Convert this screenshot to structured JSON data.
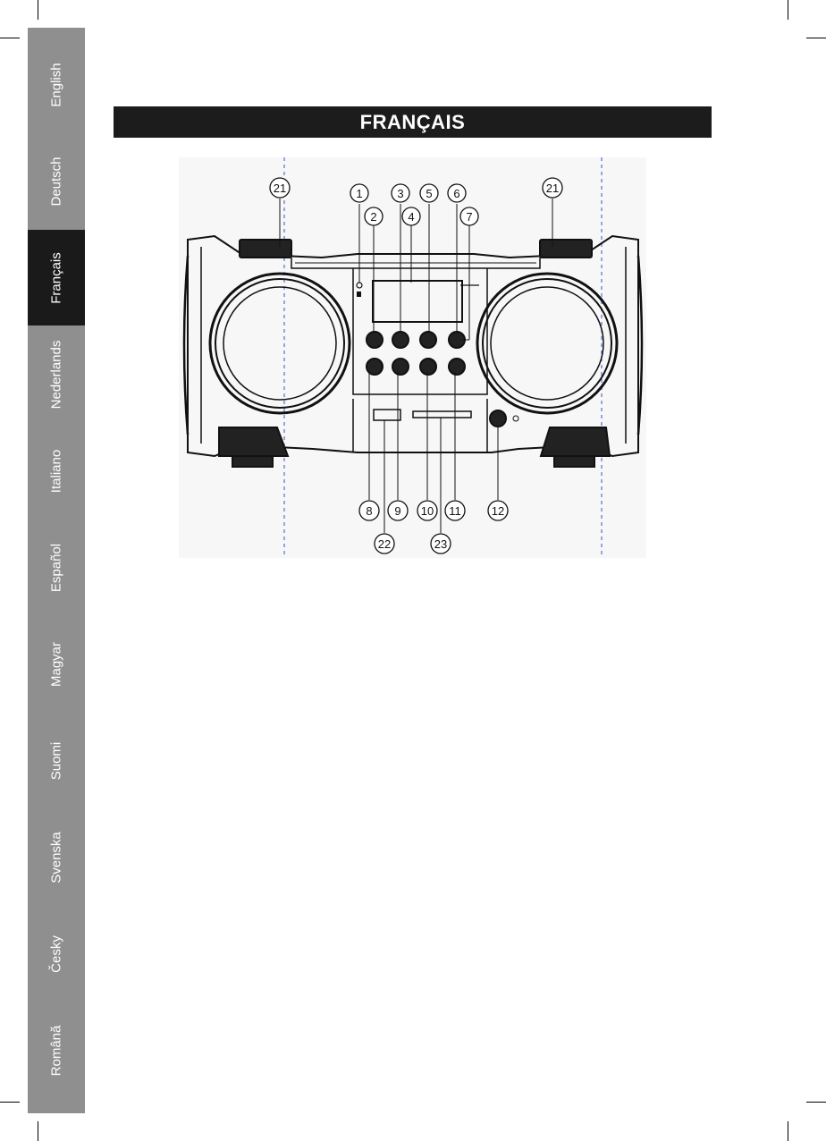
{
  "side_tabs": [
    {
      "label": "English",
      "active": false
    },
    {
      "label": "Deutsch",
      "active": false
    },
    {
      "label": "Français",
      "active": true
    },
    {
      "label": "Nederlands",
      "active": false
    },
    {
      "label": "Italiano",
      "active": false
    },
    {
      "label": "Español",
      "active": false
    },
    {
      "label": "Magyar",
      "active": false
    },
    {
      "label": "Suomi",
      "active": false
    },
    {
      "label": "Svenska",
      "active": false
    },
    {
      "label": "Česky",
      "active": false
    },
    {
      "label": "Română",
      "active": false
    }
  ],
  "header": {
    "title": "FRANÇAIS"
  },
  "diagram": {
    "callouts": {
      "speaker_left": "21",
      "speaker_right": "21",
      "c1": "1",
      "c2": "2",
      "c3": "3",
      "c4": "4",
      "c5": "5",
      "c6": "6",
      "c7": "7",
      "c8": "8",
      "c9": "9",
      "c10": "10",
      "c11": "11",
      "c12": "12",
      "c22": "22",
      "c23": "23"
    }
  },
  "colors": {
    "tab_bg": "#8f8f8f",
    "tab_active": "#1a1a1a",
    "header_bg": "#1c1c1c",
    "guide_line": "#5a6fd0"
  }
}
